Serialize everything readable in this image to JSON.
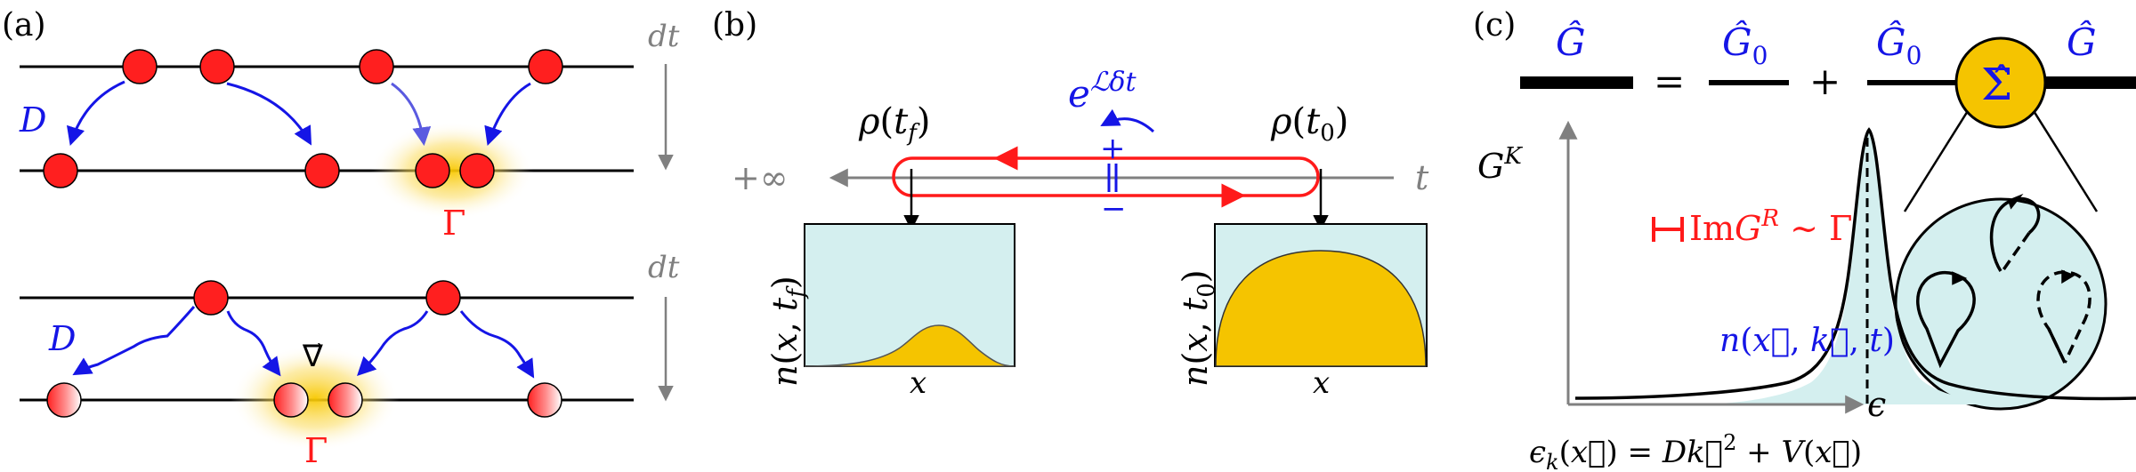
{
  "colors": {
    "blue": "#1515e6",
    "red": "#ff1a1a",
    "particle_red": "#ff1f1f",
    "gold": "#f5c400",
    "cyan": "#d4efef",
    "gray": "#808080",
    "black": "#000000"
  },
  "panel_a": {
    "label": "(a)",
    "dt_top": "dt",
    "dt_bottom": "dt",
    "D_top": "D",
    "Gamma_top": "Γ",
    "D_bottom": "D",
    "grad": "∇⃗",
    "Gamma_bottom": "Γ"
  },
  "panel_b": {
    "label": "(b)",
    "rho_tf": "ρ(t_f)",
    "rho_t0": "ρ(t_0)",
    "exp": "e^{ℒδt}",
    "plus": "+",
    "minus": "−",
    "plus_infinity": "+∞",
    "t_axis": "t",
    "ylabel_left": "n(x, t_f)",
    "xlabel_left": "x",
    "ylabel_right": "n(x, t_0)",
    "xlabel_right": "x"
  },
  "panel_c": {
    "label": "(c)",
    "G_hat": "Ĝ",
    "equals": "=",
    "G0_hat_1": "Ĝ_0",
    "plus": "+",
    "G0_hat_2": "Ĝ_0",
    "Sigma_hat": "Σ̂",
    "G_hat_2": "Ĝ",
    "GK": "G^K",
    "im_label": "ImG^R ∼ Γ",
    "wigner_label": "n(x⃗, k⃗, t)",
    "epsilon_axis": "ϵ",
    "dispersion": "ϵ_k(x⃗) = Dk⃗² + V(x⃗)"
  }
}
